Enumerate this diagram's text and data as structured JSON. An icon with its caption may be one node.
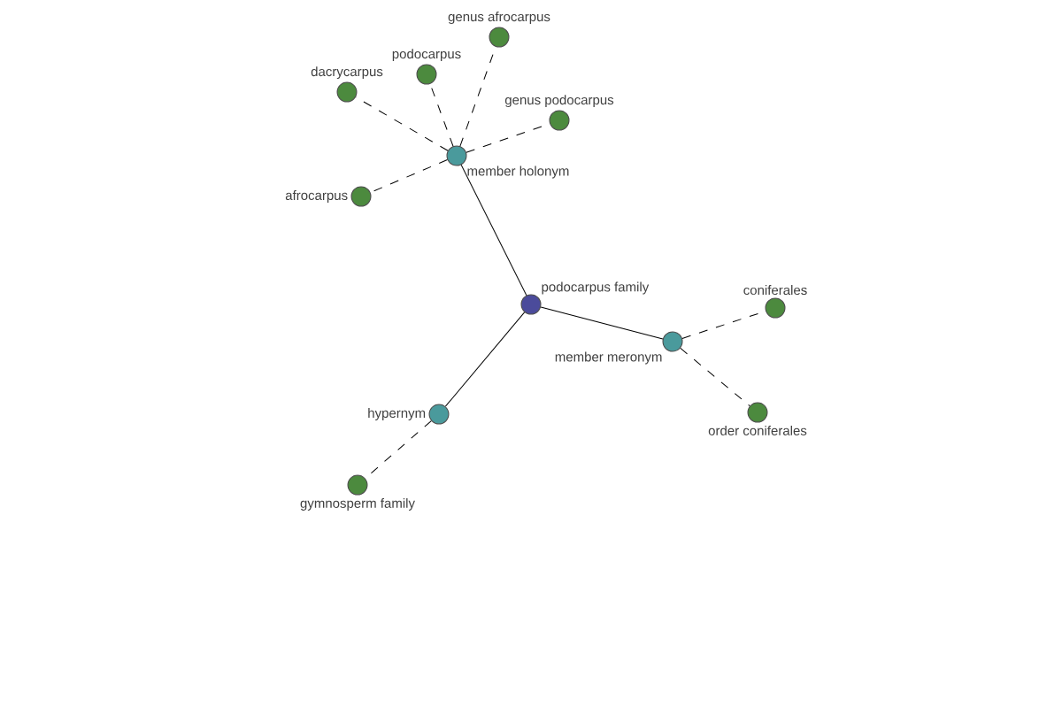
{
  "diagram": {
    "nodes": [
      {
        "text": [
          "genus afrocarpus"
        ]
      },
      {
        "text": [
          "podocarpus"
        ]
      },
      {
        "text": [
          "dacrycarpus"
        ]
      },
      {
        "text": [
          "genus podocarpus"
        ]
      },
      {
        "text": [
          "member holonym"
        ]
      },
      {
        "text": [
          "afrocarpus"
        ]
      },
      {
        "text": [
          "podocarpus family"
        ]
      },
      {
        "text": [
          "coniferales"
        ]
      },
      {
        "text": [
          "member meronym"
        ]
      },
      {
        "text": [
          "order coniferales"
        ]
      },
      {
        "text": [
          "hypernym"
        ]
      },
      {
        "text": [
          "gymnosperm family"
        ]
      }
    ],
    "edges": [
      {
        "from": 6,
        "to": 4,
        "arrow": "none"
      },
      {
        "from": 6,
        "to": 8,
        "arrow": "none"
      },
      {
        "from": 6,
        "to": 10,
        "arrow": "none"
      },
      {
        "from": 4,
        "to": 2,
        "arrow": "none",
        "style": "dashed"
      },
      {
        "from": 4,
        "to": 1,
        "arrow": "none",
        "style": "dashed"
      },
      {
        "from": 4,
        "to": 0,
        "arrow": "none",
        "style": "dashed"
      },
      {
        "from": 4,
        "to": 3,
        "arrow": "none",
        "style": "dashed"
      },
      {
        "from": 4,
        "to": 5,
        "arrow": "none",
        "style": "dashed"
      },
      {
        "from": 8,
        "to": 7,
        "arrow": "none",
        "style": "dashed"
      },
      {
        "from": 8,
        "to": 9,
        "arrow": "none",
        "style": "dashed"
      },
      {
        "from": 10,
        "to": 11,
        "arrow": "none",
        "style": "dashed"
      }
    ]
  }
}
